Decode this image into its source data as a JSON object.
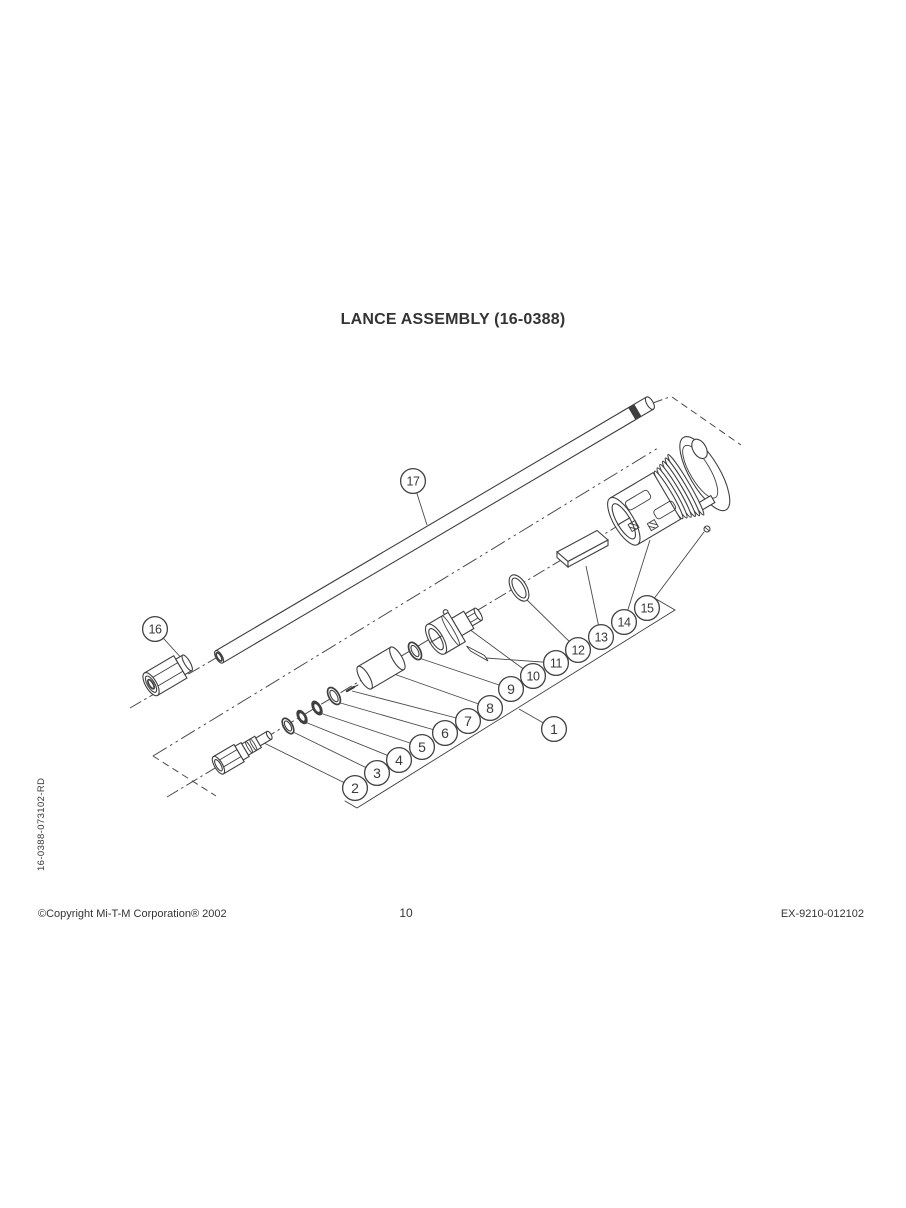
{
  "page": {
    "title": "LANCE ASSEMBLY (16-0388)",
    "side_code": "16-0388-073102-RD",
    "footer": {
      "copyright": "©Copyright Mi-T-M Corporation® 2002",
      "page_number": "10",
      "doc_code": "EX-9210-012102"
    },
    "colors": {
      "ink": "#3f3f3f",
      "paper": "#ffffff"
    }
  },
  "diagram": {
    "description": "Exploded view of lance assembly with numbered part callouts connected by leader lines; phantom (dashed) outline encloses the assembly.",
    "callouts": [
      "1",
      "2",
      "3",
      "4",
      "5",
      "6",
      "7",
      "8",
      "9",
      "10",
      "11",
      "12",
      "13",
      "14",
      "15",
      "16",
      "17"
    ]
  }
}
